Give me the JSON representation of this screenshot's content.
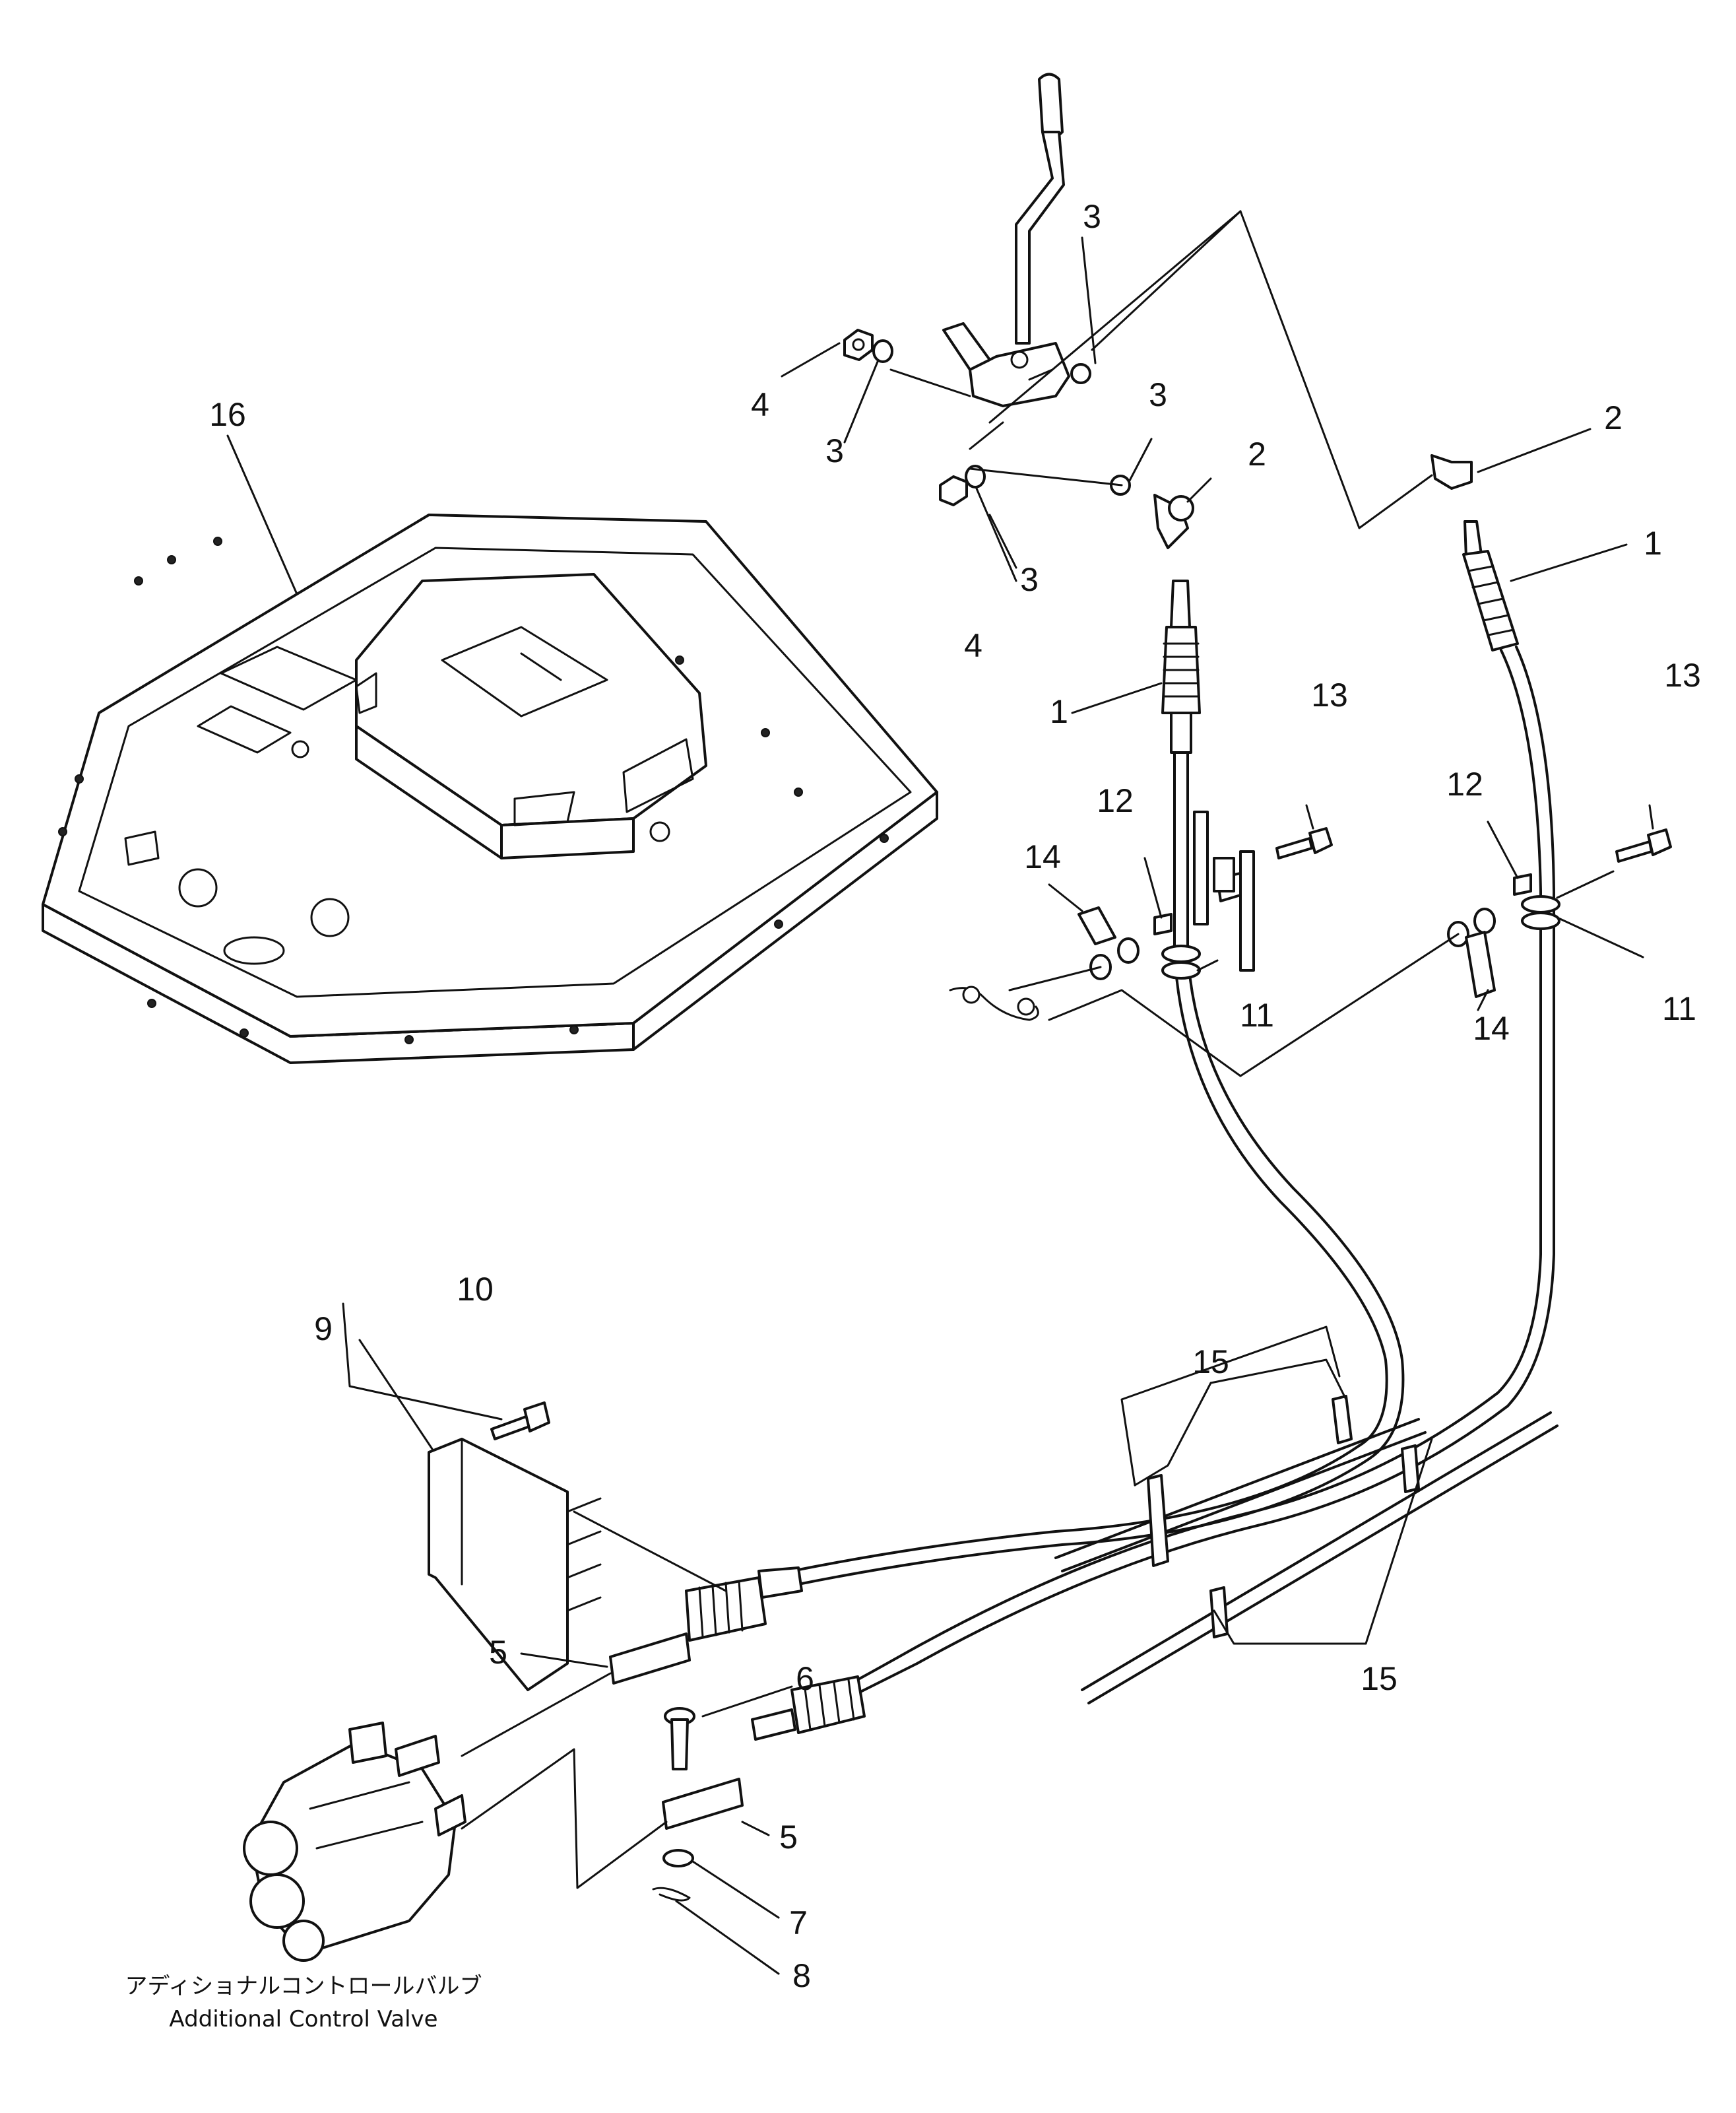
{
  "callouts": {
    "c1a": "1",
    "c1b": "1",
    "c2a": "2",
    "c2b": "2",
    "c3a": "3",
    "c3b": "3",
    "c3c": "3",
    "c3d": "3",
    "c4a": "4",
    "c4b": "4",
    "c5a": "5",
    "c5b": "5",
    "c6": "6",
    "c7": "7",
    "c8": "8",
    "c9": "9",
    "c10": "10",
    "c11a": "11",
    "c11b": "11",
    "c12a": "12",
    "c12b": "12",
    "c13a": "13",
    "c13b": "13",
    "c14a": "14",
    "c14b": "14",
    "c15a": "15",
    "c15b": "15",
    "c16": "16"
  },
  "valve_label": {
    "jp": "アディショナルコントロールバルブ",
    "en": "Additional Control Valve"
  }
}
